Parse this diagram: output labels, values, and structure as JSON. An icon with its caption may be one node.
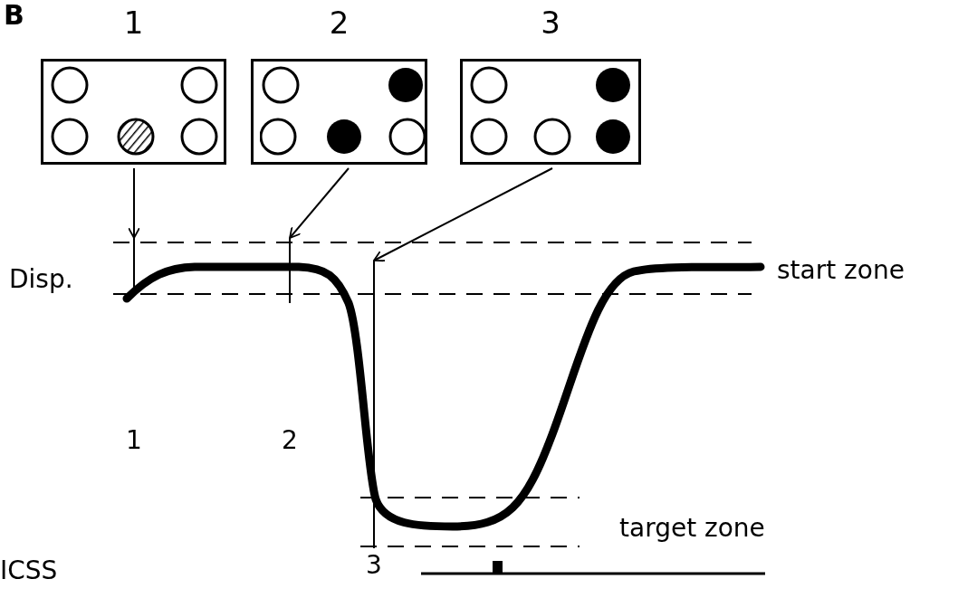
{
  "diagram": {
    "nodes": [
      {
        "text": [
          "1"
        ]
      },
      {
        "text": [
          "2"
        ]
      },
      {
        "text": [
          "3"
        ]
      },
      {
        "text": [
          "1"
        ]
      },
      {
        "text": [
          "2"
        ]
      },
      {
        "text": [
          "3"
        ]
      }
    ],
    "edges": [
      {
        "from": 0,
        "to": 3,
        "arrow": "to"
      },
      {
        "from": 1,
        "to": 4,
        "arrow": "to"
      },
      {
        "from": 2,
        "to": 5,
        "arrow": "to"
      }
    ],
    "labels": [
      "B",
      "Disp.",
      "start zone",
      "target zone",
      "ICSS"
    ]
  }
}
